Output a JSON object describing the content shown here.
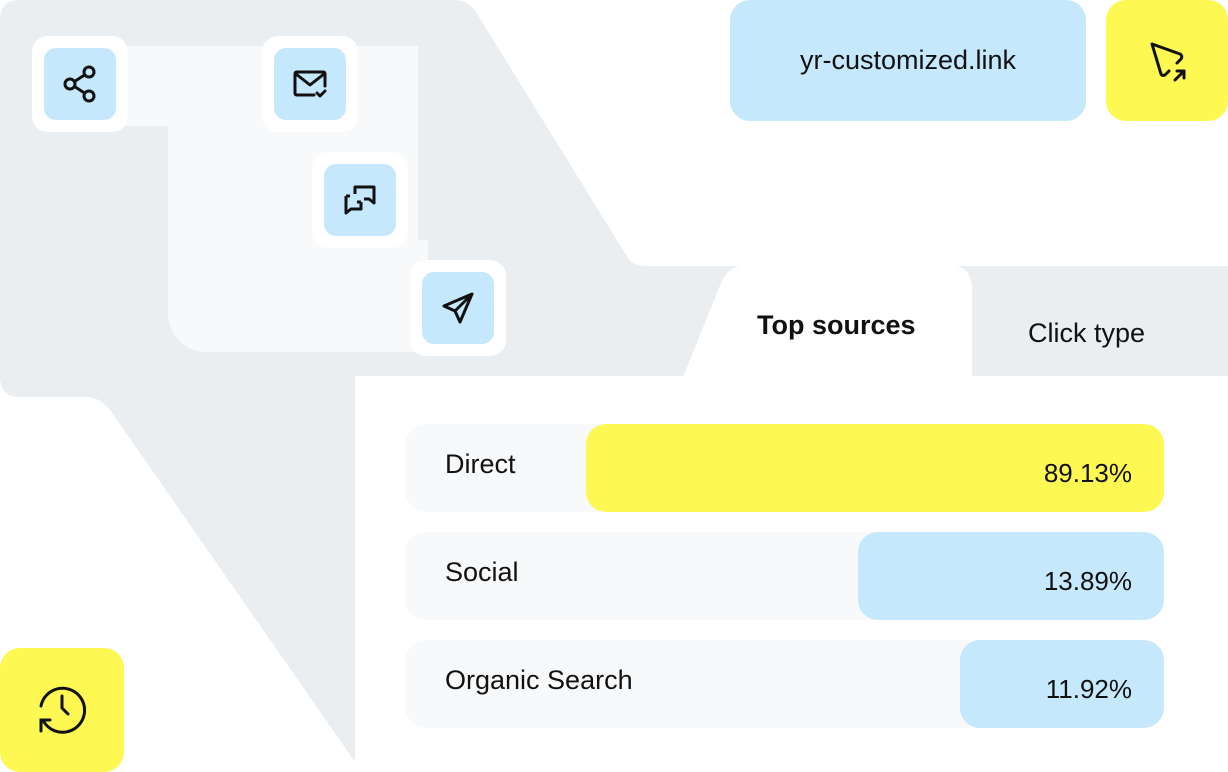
{
  "link": {
    "text": "yr-customized.link"
  },
  "icons": {
    "share": "share-icon",
    "mail_check": "mail-check-icon",
    "chat": "chat-bubbles-icon",
    "send": "send-icon",
    "cursor_click": "cursor-click-icon",
    "history": "history-icon"
  },
  "tabs": [
    {
      "label": "Top sources",
      "active": true
    },
    {
      "label": "Click type",
      "active": false
    }
  ],
  "sources": [
    {
      "label": "Direct",
      "value": "89.13%",
      "percent": 89.13,
      "color": "#fdf852"
    },
    {
      "label": "Social",
      "value": "13.89%",
      "percent": 13.89,
      "color": "#c6e8fd"
    },
    {
      "label": "Organic Search",
      "value": "11.92%",
      "percent": 11.92,
      "color": "#c6e8fd"
    }
  ],
  "colors": {
    "accent_yellow": "#fdf852",
    "accent_blue": "#c6e8fd",
    "bg_gray": "#ebeef1",
    "lane_light": "#f7f9fb"
  }
}
